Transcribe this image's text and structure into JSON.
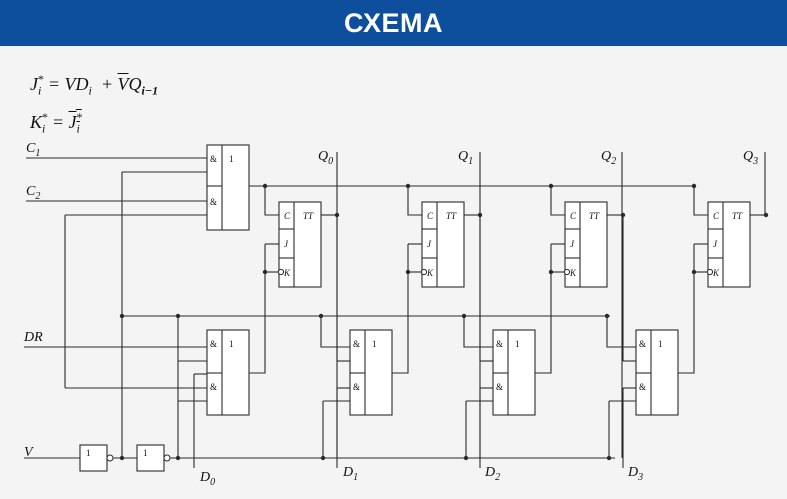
{
  "header": {
    "title": "СХЕМА",
    "color": "#0d4f9c"
  },
  "formulas": {
    "j": "J_i* = VD_i + V̄Q_(i−1)",
    "k": "K_i* = J̄_i*"
  },
  "inputs": [
    "C1",
    "C2",
    "DR",
    "V"
  ],
  "outputs": [
    "Q0",
    "Q1",
    "Q2",
    "Q3"
  ],
  "data_inputs": [
    "D0",
    "D1",
    "D2",
    "D3"
  ],
  "gate_symbols": {
    "and": "&",
    "or": "1",
    "not": "1"
  },
  "flipflop": {
    "type": "TT",
    "pins": [
      "C",
      "J",
      "K"
    ]
  }
}
